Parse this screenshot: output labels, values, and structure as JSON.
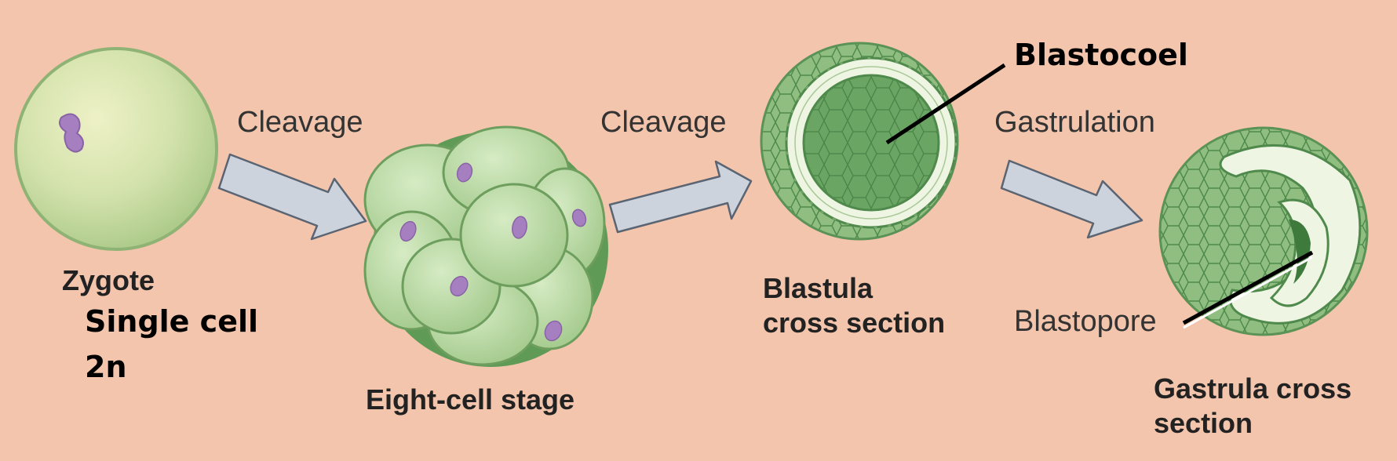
{
  "stages": {
    "zygote": {
      "name": "Zygote",
      "note1": "Single cell",
      "note2": "2n"
    },
    "eight_cell": {
      "name": "Eight-cell stage"
    },
    "blastula": {
      "line1": "Blastula",
      "line2": "cross section"
    },
    "gastrula": {
      "line1": "Gastrula cross",
      "line2": "section"
    }
  },
  "processes": {
    "cleavage_1": "Cleavage",
    "cleavage_2": "Cleavage",
    "gastrulation": "Gastrulation"
  },
  "callouts": {
    "blastocoel": "Blastocoel",
    "blastopore": "Blastopore"
  },
  "colors": {
    "background": "#f3c5ac",
    "cell_fill": "#bcd9a6",
    "cell_dark": "#5f9a57",
    "nucleus": "#a67fc0",
    "arrow_fill": "#ccd3dd",
    "arrow_stroke": "#5a6472"
  }
}
